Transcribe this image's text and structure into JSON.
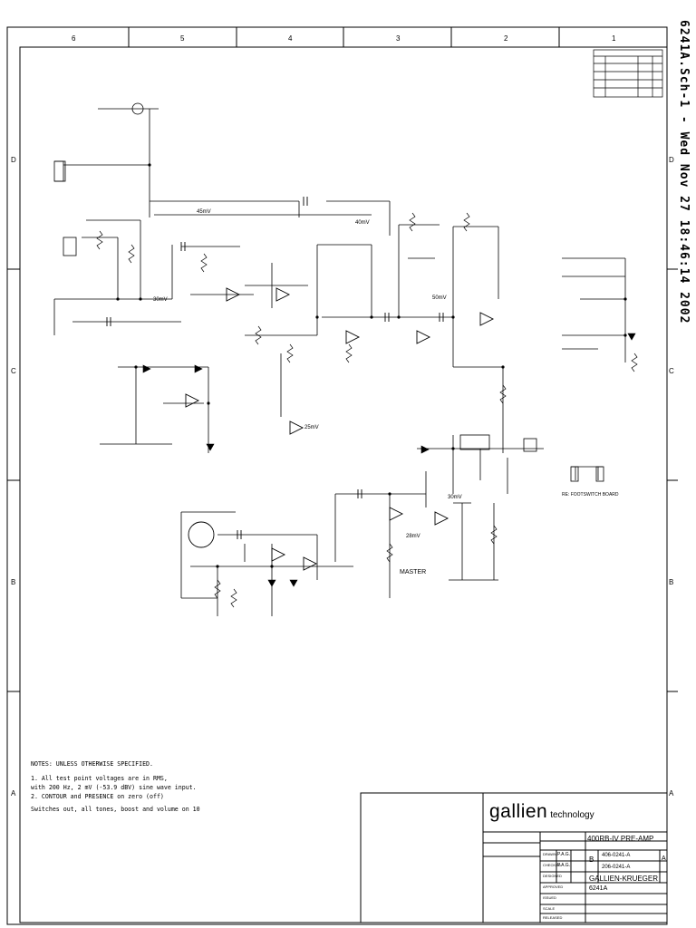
{
  "stamp": "6241A.Sch-1 - Wed Nov 27 18:46:14 2002",
  "zones": {
    "columns": [
      "6",
      "5",
      "4",
      "3",
      "2",
      "1"
    ],
    "rows": [
      "D",
      "C",
      "B",
      "A"
    ]
  },
  "notes": {
    "heading": "NOTES: UNLESS OTHERWISE SPECIFIED.",
    "lines": [
      "1.  All test point voltages are in RMS,",
      "    with 200 Hz, 2 mV (-53.9 dBV) sine wave input.",
      "2.  CONTOUR and PRESENCE on zero (off)",
      "    Switches out, all tones, boost and volume on 10"
    ]
  },
  "circuit_labels": {
    "master": "MASTER",
    "footswitch_note": "RE: FOOTSWITCH BOARD",
    "levels": [
      "45mV",
      "40mV",
      "30mV",
      "50mV",
      "25mV",
      "30mV",
      "28mV"
    ]
  },
  "title_block": {
    "logo_word": "gallien",
    "logo_sub": "technology",
    "title": "400RB-IV PRE-AMP",
    "doc_numbers": [
      "406-0241-A",
      "206-0241-A"
    ],
    "company": "GALLIEN-KRUEGER",
    "part": "6241A",
    "size": "B",
    "rev": "A",
    "rows": [
      "DRAWN",
      "CHECKED",
      "DESIGNED",
      "APPROVED",
      "ISSUED",
      "SCALE",
      "RELEASED"
    ],
    "initials": [
      "P.A.G.",
      "P.A.G."
    ]
  }
}
